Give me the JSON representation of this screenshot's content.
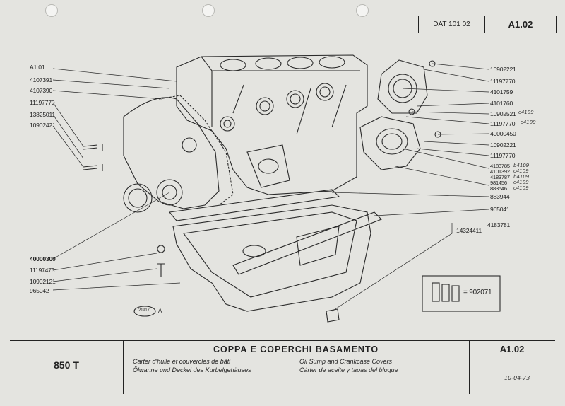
{
  "header": {
    "doc_code": "DAT 101 02",
    "page_ref": "A1.02"
  },
  "parts_left": [
    {
      "code": "A1.01"
    },
    {
      "code": "4107391"
    },
    {
      "code": "4107390"
    },
    {
      "code": "11197770"
    },
    {
      "code": "13825011"
    },
    {
      "code": "10902421"
    },
    {
      "code": "40000300"
    },
    {
      "code": "11197473"
    },
    {
      "code": "10902121"
    },
    {
      "code": "965042"
    }
  ],
  "parts_right": [
    {
      "code": "10902221"
    },
    {
      "code": "11197770"
    },
    {
      "code": "4101759"
    },
    {
      "code": "4101760"
    },
    {
      "code": "10902521"
    },
    {
      "code": "11197770"
    },
    {
      "code": "40000450"
    },
    {
      "code": "10902221"
    },
    {
      "code": "11197770"
    },
    {
      "code": "4183785"
    },
    {
      "code": "4101392"
    },
    {
      "code": "4183787"
    },
    {
      "code": "981456"
    },
    {
      "code": "883546"
    },
    {
      "code": "883944"
    },
    {
      "code": "965041"
    }
  ],
  "handwritten_notes": [
    "c4109",
    "c4109",
    "b4109",
    "c4109",
    "b4109",
    "c4109",
    "c4109"
  ],
  "extra_part": {
    "group": "14324411",
    "code": "4183781"
  },
  "kit_box": {
    "equals": "= 902071"
  },
  "drawing_ref": {
    "number": "21917",
    "letter": "A"
  },
  "footer": {
    "model": "850 T",
    "title": "COPPA E COPERCHI BASAMENTO",
    "fr": "Carter d'huile et couvercles de bâti",
    "de": "Ölwanne und Deckel des Kurbelgehäuses",
    "en": "Oil Sump and Crankcase Covers",
    "es": "Cárter de aceite y tapas del bloque",
    "page_ref": "A1.02",
    "handwritten_date": "10-04-73"
  }
}
